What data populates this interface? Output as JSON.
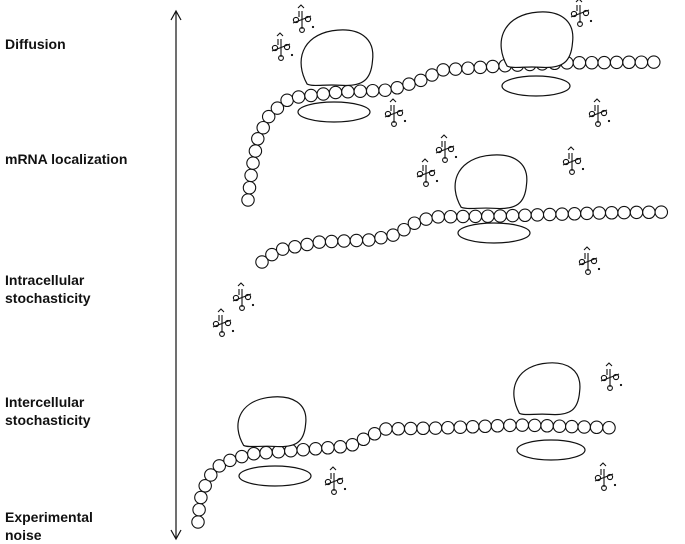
{
  "labels": {
    "diffusion": "Diffusion",
    "mrna_localization": "mRNA localization",
    "intracellular_line1": "Intracellular",
    "intracellular_line2": "stochasticity",
    "intercellular_line1": "Intercellular",
    "intercellular_line2": "stochasticity",
    "experimental_line1": "Experimental",
    "experimental_line2": "noise"
  },
  "colors": {
    "stroke": "#111111",
    "background": "#ffffff"
  },
  "icons": {
    "axis": "double-headed-arrow",
    "transcript": "mrna-bead-chain",
    "ribosome": "ribosome-subunit-outline",
    "trna": "trna-cloverleaf-icon"
  }
}
